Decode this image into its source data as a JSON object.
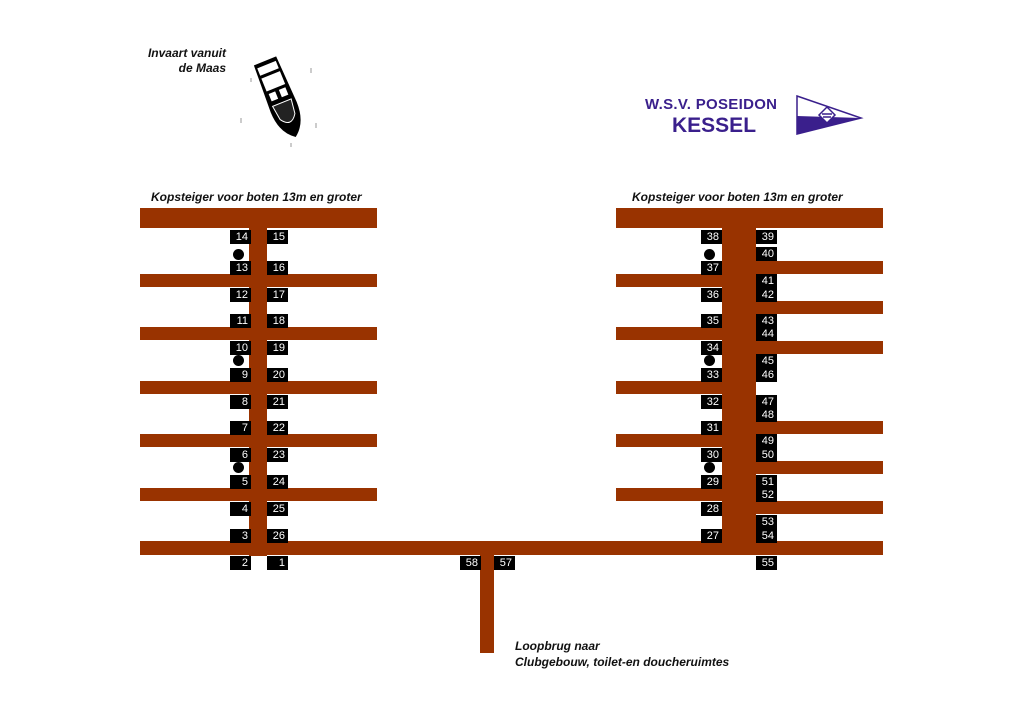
{
  "header": {
    "entrance_label_line1": "Invaart vanuit",
    "entrance_label_line2": "de Maas",
    "club_name_line1": "W.S.V.  POSEIDON",
    "club_name_line2": "KESSEL",
    "brand_color": "#3a1f8c"
  },
  "piers": {
    "color": "#993300",
    "left_head_caption": "Kopsteiger voor boten 13m en groter",
    "right_head_caption": "Kopsteiger voor boten 13m en groter"
  },
  "walkway": {
    "caption_line1": "Loopbrug naar",
    "caption_line2": "Clubgebouw, toilet-en doucheruimtes"
  },
  "berths": {
    "left_pier_left_column": [
      "14",
      "13",
      "12",
      "11",
      "10",
      "9",
      "8",
      "7",
      "6",
      "5",
      "4",
      "3",
      "2"
    ],
    "left_pier_right_column": [
      "15",
      "16",
      "17",
      "18",
      "19",
      "20",
      "21",
      "22",
      "23",
      "24",
      "25",
      "26",
      "1"
    ],
    "right_pier_left_column": [
      "38",
      "37",
      "36",
      "35",
      "34",
      "33",
      "32",
      "31",
      "30",
      "29",
      "28",
      "27"
    ],
    "right_pier_right_column": [
      "39",
      "40",
      "41",
      "42",
      "43",
      "44",
      "45",
      "46",
      "47",
      "48",
      "49",
      "50",
      "51",
      "52",
      "53",
      "54",
      "55"
    ],
    "walkway": [
      "58",
      "57"
    ]
  },
  "markers": {
    "dot_meaning": "post-marker"
  }
}
